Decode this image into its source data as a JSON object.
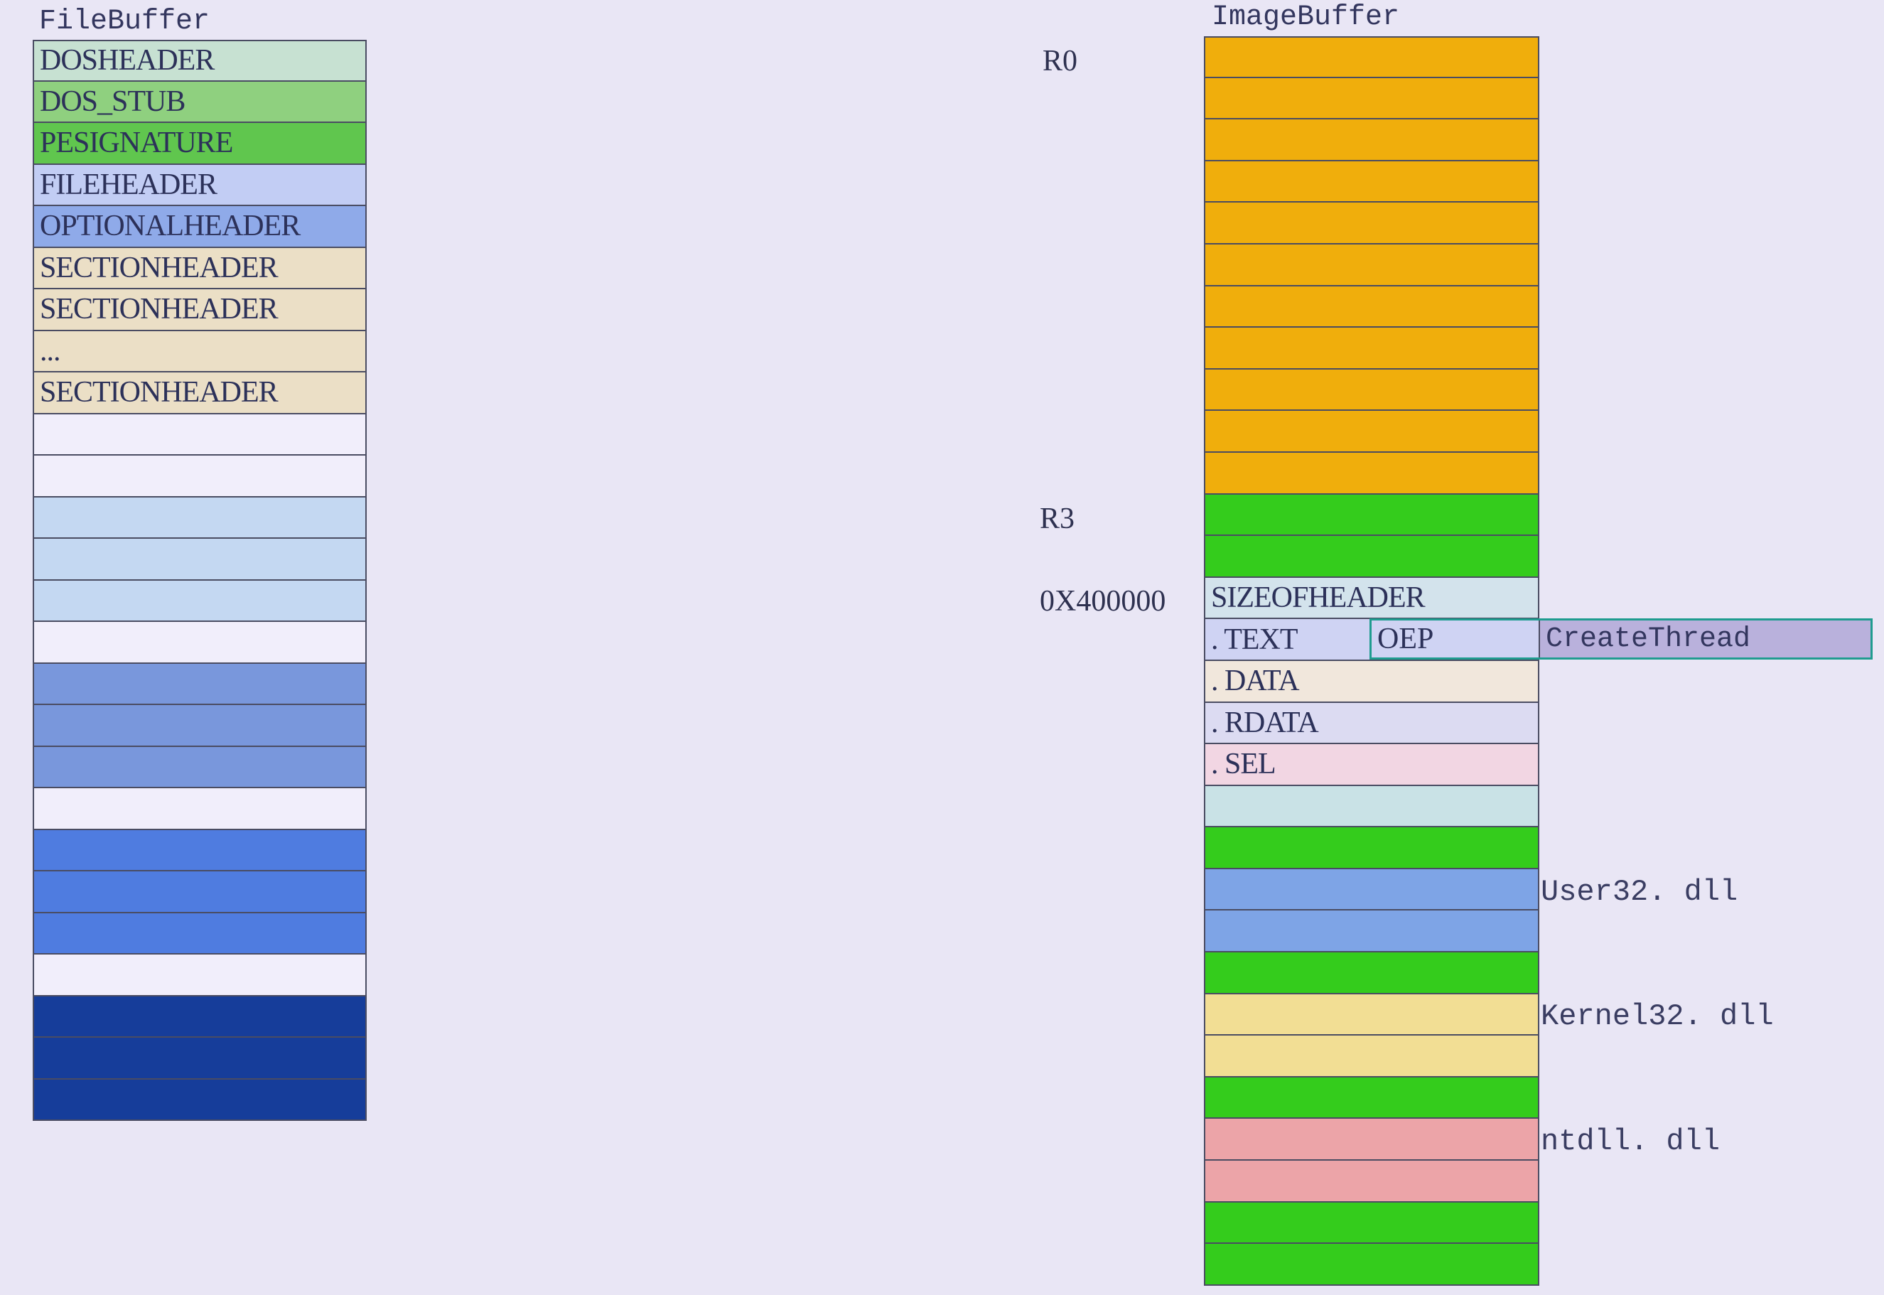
{
  "file_buffer": {
    "title": "FileBuffer",
    "rows": [
      {
        "label": "DOSHEADER",
        "color": "#c7e1d2"
      },
      {
        "label": "DOS_STUB",
        "color": "#8fd07f"
      },
      {
        "label": "PESIGNATURE",
        "color": "#60c64e"
      },
      {
        "label": "FILEHEADER",
        "color": "#c2cdf4"
      },
      {
        "label": "OPTIONALHEADER",
        "color": "#8faae9"
      },
      {
        "label": "SECTIONHEADER",
        "color": "#ebdfc6"
      },
      {
        "label": "SECTIONHEADER",
        "color": "#ebdfc6"
      },
      {
        "label": "...",
        "color": "#ebdfc6"
      },
      {
        "label": "SECTIONHEADER",
        "color": "#ebdfc6"
      },
      {
        "label": "",
        "color": "#f1eefb"
      },
      {
        "label": "",
        "color": "#f1eefb"
      },
      {
        "label": "",
        "color": "#c4d8f2"
      },
      {
        "label": "",
        "color": "#c4d8f2"
      },
      {
        "label": "",
        "color": "#c4d8f2"
      },
      {
        "label": "",
        "color": "#f1eefb"
      },
      {
        "label": "",
        "color": "#7997dc"
      },
      {
        "label": "",
        "color": "#7997dc"
      },
      {
        "label": "",
        "color": "#7997dc"
      },
      {
        "label": "",
        "color": "#f1eefb"
      },
      {
        "label": "",
        "color": "#4f7ce0"
      },
      {
        "label": "",
        "color": "#4f7ce0"
      },
      {
        "label": "",
        "color": "#4f7ce0"
      },
      {
        "label": "",
        "color": "#f1eefb"
      },
      {
        "label": "",
        "color": "#163d9a"
      },
      {
        "label": "",
        "color": "#163d9a"
      },
      {
        "label": "",
        "color": "#163d9a"
      }
    ]
  },
  "image_buffer": {
    "title": "ImageBuffer",
    "rows": [
      {
        "label": "",
        "color": "#f0ae0c"
      },
      {
        "label": "",
        "color": "#f0ae0c"
      },
      {
        "label": "",
        "color": "#f0ae0c"
      },
      {
        "label": "",
        "color": "#f0ae0c"
      },
      {
        "label": "",
        "color": "#f0ae0c"
      },
      {
        "label": "",
        "color": "#f0ae0c"
      },
      {
        "label": "",
        "color": "#f0ae0c"
      },
      {
        "label": "",
        "color": "#f0ae0c"
      },
      {
        "label": "",
        "color": "#f0ae0c"
      },
      {
        "label": "",
        "color": "#f0ae0c"
      },
      {
        "label": "",
        "color": "#f0ae0c"
      },
      {
        "label": "",
        "color": "#34cc1c"
      },
      {
        "label": "",
        "color": "#34cc1c"
      },
      {
        "label": "SIZEOFHEADER",
        "color": "#d3e3ec"
      },
      {
        "label": ". TEXT",
        "color": "#cfd3f3"
      },
      {
        "label": ". DATA",
        "color": "#f1e7dc"
      },
      {
        "label": ". RDATA",
        "color": "#dcdbf2"
      },
      {
        "label": ". SEL",
        "color": "#f2d6e3"
      },
      {
        "label": "",
        "color": "#c9e2e6"
      },
      {
        "label": "",
        "color": "#34cc1c"
      },
      {
        "label": "",
        "color": "#7ea4e6"
      },
      {
        "label": "",
        "color": "#7ea4e6"
      },
      {
        "label": "",
        "color": "#34cc1c"
      },
      {
        "label": "",
        "color": "#f2de94"
      },
      {
        "label": "",
        "color": "#f2de94"
      },
      {
        "label": "",
        "color": "#34cc1c"
      },
      {
        "label": "",
        "color": "#eca4a8"
      },
      {
        "label": "",
        "color": "#eca4a8"
      },
      {
        "label": "",
        "color": "#34cc1c"
      },
      {
        "label": "",
        "color": "#34cc1c"
      }
    ],
    "oep": "OEP",
    "create_thread": "CreateThread"
  },
  "address_labels": {
    "r0": "R0",
    "r3": "R3",
    "base": "0X400000"
  },
  "module_labels": {
    "user32": "User32. dll",
    "kernel32": "Kernel32. dll",
    "ntdll": "ntdll. dll"
  }
}
